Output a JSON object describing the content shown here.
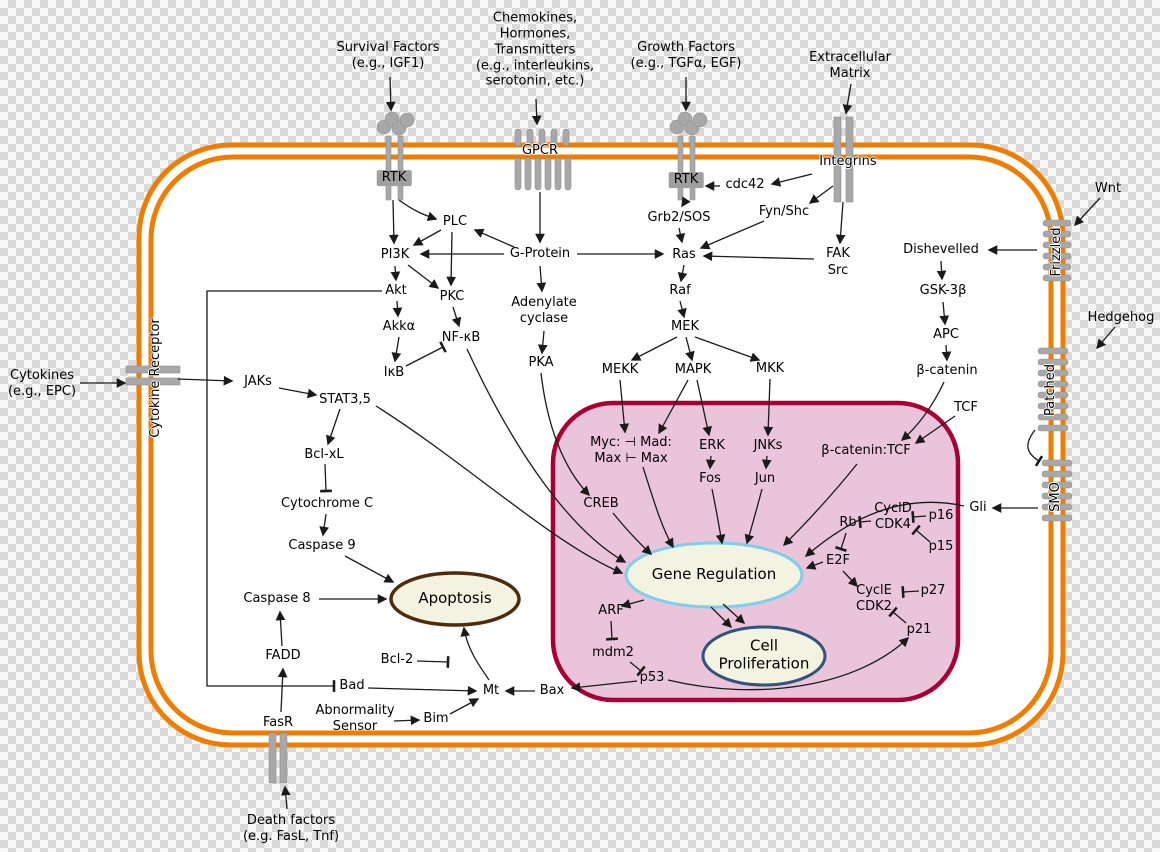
{
  "colors": {
    "membrane": "#EE7D00",
    "nucleus_fill": "#E9C4DB",
    "nucleus_border": "#A80032",
    "ellipse_fill": "#F3F3E1",
    "gene_regulation_border": "#7ECFE9",
    "cell_proliferation_border": "#2F5379",
    "apoptosis_border": "#4F2B0B",
    "receptor_gray": "#A8A8A8",
    "arrow": "#1A1A1A",
    "checker": "#D9D9D9"
  },
  "labels": {
    "survival_factors": "Survival Factors\n(e.g., IGF1)",
    "chemokines": "Chemokines,\nHormones,\nTransmitters\n(e.g., interleukins,\nserotonin, etc.)",
    "growth_factors": "Growth Factors\n(e.g., TGFα, EGF)",
    "extracellular_matrix": "Extracellular\nMatrix",
    "wnt": "Wnt",
    "hedgehog": "Hedgehog",
    "cytokines": "Cytokines\n(e.g., EPC)",
    "death_factors": "Death factors\n(e.g. FasL, Tnf)",
    "rtk_left": "RTK",
    "rtk_right": "RTK",
    "gpcr": "GPCR",
    "integrins": "Integrins",
    "frizzled": "Frizzled",
    "patched": "Patched",
    "smo": "SMO",
    "cytokine_receptor": "Cytokine Receptor",
    "fasr": "FasR",
    "cdc42": "cdc42",
    "fyn_shc": "Fyn/Shc",
    "plc": "PLC",
    "pi3k": "PI3K",
    "g_protein": "G-Protein",
    "grb2_sos": "Grb2/SOS",
    "ras": "Ras",
    "fak": "FAK",
    "src": "Src",
    "dishevelled": "Dishevelled",
    "akt": "Akt",
    "pkc": "PKC",
    "adenylate_cyclase": "Adenylate\ncyclase",
    "raf": "Raf",
    "gsk3b": "GSK-3β",
    "akka": "Akkα",
    "nfkb": "NF-κB",
    "mek": "MEK",
    "apc": "APC",
    "ikb": "IκB",
    "pka": "PKA",
    "mekk": "MEKK",
    "mapk": "MAPK",
    "mkk": "MKK",
    "b_catenin": "β-catenin",
    "jaks": "JAKs",
    "stat35": "STAT3,5",
    "tcf": "TCF",
    "bcl_xl": "Bcl-xL",
    "cytochrome_c": "Cytochrome C",
    "caspase9": "Caspase 9",
    "caspase8": "Caspase 8",
    "fadd": "FADD",
    "bcl2": "Bcl-2",
    "bad": "Bad",
    "abnormality_sensor": "Abnormality\nSensor",
    "bim": "Bim",
    "mt": "Mt",
    "bax": "Bax",
    "p53": "p53",
    "mdm2": "mdm2",
    "arf": "ARF",
    "gli": "Gli",
    "myc_max": "Myc: ⊣ Mad:\nMax ⊢ Max",
    "erk": "ERK",
    "jnks": "JNKs",
    "b_catenin_tcf": "β-catenin:TCF",
    "fos": "Fos",
    "jun": "Jun",
    "creb": "CREB",
    "cycd_cdk4": "CyclD\nCDK4",
    "rb": "Rb",
    "p16": "p16",
    "p15": "p15",
    "e2f": "E2F",
    "cycle_cdk2": "CyclE\nCDK2",
    "p27": "p27",
    "p21": "p21",
    "gene_regulation": "Gene Regulation",
    "cell_proliferation": "Cell\nProliferation",
    "apoptosis": "Apoptosis"
  },
  "edges": [
    {
      "from": "Survival Factors",
      "to": "RTK",
      "type": "activates"
    },
    {
      "from": "Chemokines, Hormones, Transmitters",
      "to": "GPCR",
      "type": "activates"
    },
    {
      "from": "Growth Factors",
      "to": "RTK",
      "type": "activates"
    },
    {
      "from": "Extracellular Matrix",
      "to": "Integrins",
      "type": "activates"
    },
    {
      "from": "Wnt",
      "to": "Frizzled",
      "type": "activates"
    },
    {
      "from": "Hedgehog",
      "to": "Patched",
      "type": "activates"
    },
    {
      "from": "Cytokines",
      "to": "Cytokine Receptor",
      "type": "activates"
    },
    {
      "from": "Death factors",
      "to": "FasR",
      "type": "activates"
    },
    {
      "from": "RTK",
      "to": "PI3K",
      "type": "activates"
    },
    {
      "from": "RTK",
      "to": "PLC",
      "type": "activates"
    },
    {
      "from": "GPCR",
      "to": "G-Protein",
      "type": "activates"
    },
    {
      "from": "RTK",
      "to": "Grb2/SOS",
      "type": "activates"
    },
    {
      "from": "Grb2/SOS",
      "to": "Ras",
      "type": "activates"
    },
    {
      "from": "Integrins",
      "to": "cdc42",
      "type": "activates"
    },
    {
      "from": "cdc42",
      "to": "RTK",
      "type": "activates"
    },
    {
      "from": "Integrins",
      "to": "Fyn/Shc",
      "type": "activates"
    },
    {
      "from": "Fyn/Shc",
      "to": "Ras",
      "type": "activates"
    },
    {
      "from": "Integrins",
      "to": "FAK",
      "type": "activates"
    },
    {
      "from": "FAK/Src",
      "to": "Ras",
      "type": "activates"
    },
    {
      "from": "G-Protein",
      "to": "PI3K",
      "type": "activates"
    },
    {
      "from": "G-Protein",
      "to": "PLC",
      "type": "activates"
    },
    {
      "from": "G-Protein",
      "to": "Adenylate cyclase",
      "type": "activates"
    },
    {
      "from": "G-Protein",
      "to": "Ras",
      "type": "activates"
    },
    {
      "from": "PLC",
      "to": "PKC",
      "type": "activates"
    },
    {
      "from": "PLC",
      "to": "PI3K",
      "type": "activates"
    },
    {
      "from": "PI3K",
      "to": "PKC",
      "type": "activates"
    },
    {
      "from": "PI3K",
      "to": "Akt",
      "type": "activates"
    },
    {
      "from": "Akt",
      "to": "Akkα",
      "type": "activates"
    },
    {
      "from": "Akkα",
      "to": "IκB",
      "type": "activates"
    },
    {
      "from": "IκB",
      "to": "NF-κB",
      "type": "inhibits"
    },
    {
      "from": "PKC",
      "to": "NF-κB",
      "type": "activates"
    },
    {
      "from": "NF-κB",
      "to": "Gene Regulation",
      "type": "activates"
    },
    {
      "from": "Adenylate cyclase",
      "to": "PKA",
      "type": "activates"
    },
    {
      "from": "PKA",
      "to": "CREB",
      "type": "activates"
    },
    {
      "from": "Ras",
      "to": "Raf",
      "type": "activates"
    },
    {
      "from": "Raf",
      "to": "MEK",
      "type": "activates"
    },
    {
      "from": "MEK",
      "to": "MEKK",
      "type": "activates"
    },
    {
      "from": "MEK",
      "to": "MAPK",
      "type": "activates"
    },
    {
      "from": "MEK",
      "to": "MKK",
      "type": "activates"
    },
    {
      "from": "MEKK",
      "to": "Myc:Max / Mad:Max",
      "type": "activates"
    },
    {
      "from": "MAPK",
      "to": "Myc:Max / Mad:Max",
      "type": "activates"
    },
    {
      "from": "MAPK",
      "to": "ERK",
      "type": "activates"
    },
    {
      "from": "MKK",
      "to": "JNKs",
      "type": "activates"
    },
    {
      "from": "ERK",
      "to": "Fos",
      "type": "activates"
    },
    {
      "from": "JNKs",
      "to": "Jun",
      "type": "activates"
    },
    {
      "from": "Myc:Max / Mad:Max",
      "to": "Gene Regulation",
      "type": "activates"
    },
    {
      "from": "Fos",
      "to": "Gene Regulation",
      "type": "activates"
    },
    {
      "from": "Jun",
      "to": "Gene Regulation",
      "type": "activates"
    },
    {
      "from": "CREB",
      "to": "Gene Regulation",
      "type": "activates"
    },
    {
      "from": "STAT3,5",
      "to": "Gene Regulation",
      "type": "activates"
    },
    {
      "from": "Cytokine Receptor",
      "to": "JAKs",
      "type": "activates"
    },
    {
      "from": "JAKs",
      "to": "STAT3,5",
      "type": "activates"
    },
    {
      "from": "STAT3,5",
      "to": "Bcl-xL",
      "type": "activates"
    },
    {
      "from": "Bcl-xL",
      "to": "Cytochrome C",
      "type": "inhibits"
    },
    {
      "from": "Cytochrome C",
      "to": "Caspase 9",
      "type": "activates"
    },
    {
      "from": "Caspase 9",
      "to": "Apoptosis",
      "type": "activates"
    },
    {
      "from": "Caspase 8",
      "to": "Apoptosis",
      "type": "activates"
    },
    {
      "from": "FADD",
      "to": "Caspase 8",
      "type": "activates"
    },
    {
      "from": "FasR",
      "to": "FADD",
      "type": "activates"
    },
    {
      "from": "Akt",
      "to": "Bad",
      "type": "inhibits"
    },
    {
      "from": "Bcl-2",
      "to": "Mt",
      "type": "inhibits"
    },
    {
      "from": "Bad",
      "to": "Mt",
      "type": "activates"
    },
    {
      "from": "Abnormality Sensor",
      "to": "Bim",
      "type": "activates"
    },
    {
      "from": "Bim",
      "to": "Mt",
      "type": "activates"
    },
    {
      "from": "Bax",
      "to": "Mt",
      "type": "activates"
    },
    {
      "from": "p53",
      "to": "Bax",
      "type": "activates"
    },
    {
      "from": "Mt",
      "to": "Apoptosis",
      "type": "activates"
    },
    {
      "from": "ARF",
      "to": "mdm2",
      "type": "inhibits"
    },
    {
      "from": "mdm2",
      "to": "p53",
      "type": "inhibits"
    },
    {
      "from": "Gene Regulation",
      "to": "ARF",
      "type": "activates"
    },
    {
      "from": "Gene Regulation",
      "to": "Cell Proliferation",
      "type": "activates"
    },
    {
      "from": "E2F",
      "to": "Gene Regulation",
      "type": "activates"
    },
    {
      "from": "Rb",
      "to": "E2F",
      "type": "inhibits"
    },
    {
      "from": "CyclD:CDK4",
      "to": "Rb",
      "type": "inhibits"
    },
    {
      "from": "p16",
      "to": "CyclD:CDK4",
      "type": "inhibits"
    },
    {
      "from": "p15",
      "to": "CyclD:CDK4",
      "type": "inhibits"
    },
    {
      "from": "E2F",
      "to": "CyclE:CDK2",
      "type": "activates"
    },
    {
      "from": "p27",
      "to": "CyclE:CDK2",
      "type": "inhibits"
    },
    {
      "from": "p21",
      "to": "CyclE:CDK2",
      "type": "inhibits"
    },
    {
      "from": "p53",
      "to": "p21",
      "type": "activates"
    },
    {
      "from": "Gli",
      "to": "Gene Regulation",
      "type": "activates"
    },
    {
      "from": "SMO",
      "to": "Gli",
      "type": "activates"
    },
    {
      "from": "Patched",
      "to": "SMO",
      "type": "inhibits"
    },
    {
      "from": "Frizzled",
      "to": "Dishevelled",
      "type": "activates"
    },
    {
      "from": "Dishevelled",
      "to": "GSK-3β",
      "type": "activates"
    },
    {
      "from": "GSK-3β",
      "to": "APC",
      "type": "activates"
    },
    {
      "from": "APC",
      "to": "β-catenin",
      "type": "activates"
    },
    {
      "from": "β-catenin",
      "to": "β-catenin:TCF",
      "type": "activates"
    },
    {
      "from": "TCF",
      "to": "β-catenin:TCF",
      "type": "activates"
    },
    {
      "from": "β-catenin:TCF",
      "to": "Gene Regulation",
      "type": "activates"
    }
  ]
}
